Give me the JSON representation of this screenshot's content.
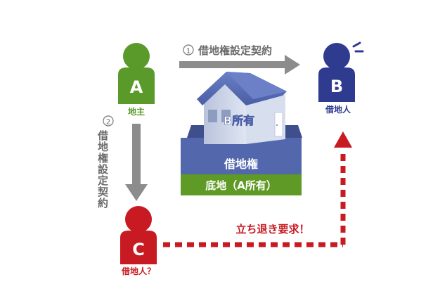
{
  "persons": {
    "a": {
      "letter": "A",
      "role": "地主",
      "color": "#5a9a2a"
    },
    "b": {
      "letter": "B",
      "role": "借地人",
      "color": "#2e3b8f"
    },
    "c": {
      "letter": "C",
      "role": "借地人？",
      "color": "#c81a22"
    }
  },
  "arrows": {
    "contract_ab": {
      "number": "①",
      "label": "借地権設定契約"
    },
    "contract_ac": {
      "number": "②",
      "label": "借地権設定契約"
    },
    "eviction": {
      "label": "立ち退き要求！"
    }
  },
  "house": {
    "label": "B所有"
  },
  "land": {
    "leasehold_label": "借地権",
    "base_label": "底地（A所有）"
  },
  "colors": {
    "arrow_gray": "#8c8c8c",
    "house_blue": "#5367ad",
    "land_green": "#5f9a26",
    "alert_red": "#c81a22"
  }
}
